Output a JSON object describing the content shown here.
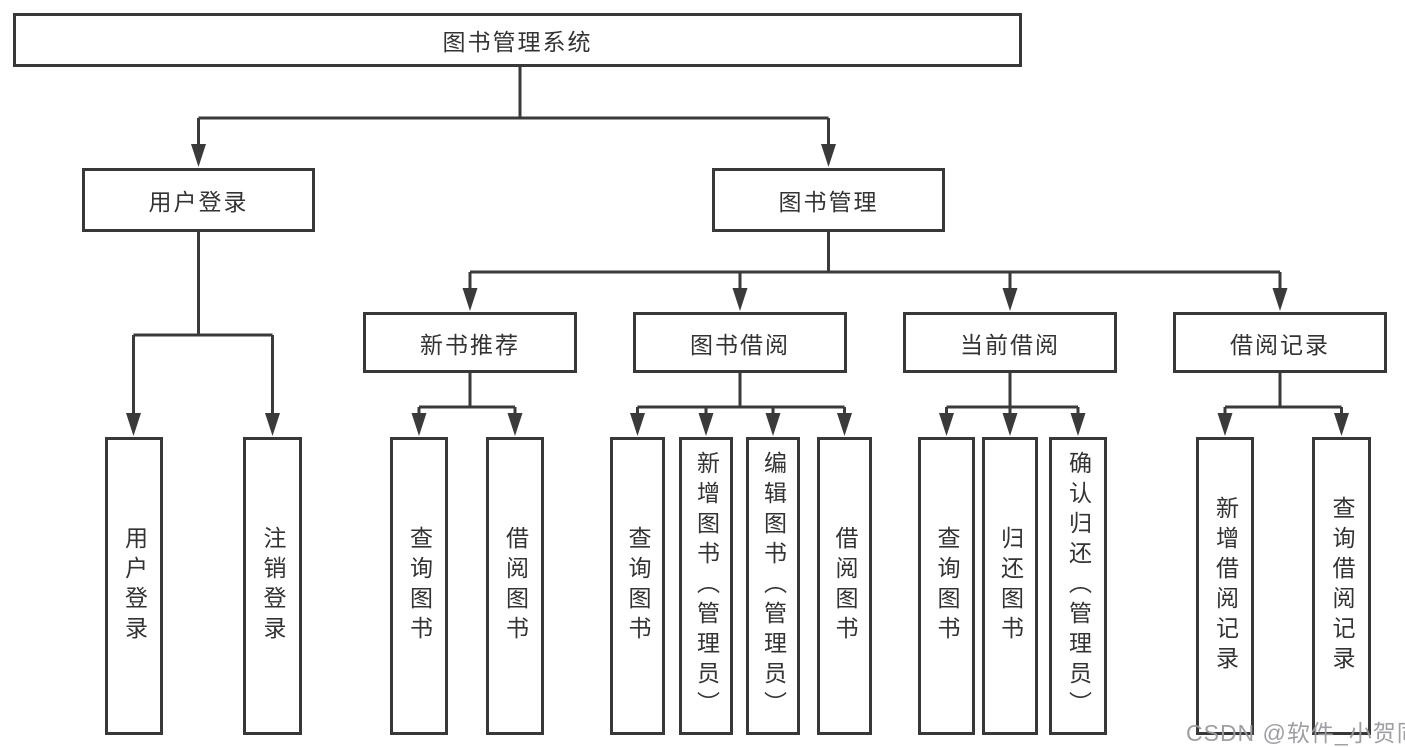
{
  "diagram_title": "图书管理系统",
  "tree": {
    "root": {
      "label": "图书管理系统",
      "children": [
        {
          "label": "用户登录",
          "children": [
            {
              "label": "用户登录"
            },
            {
              "label": "注销登录"
            }
          ]
        },
        {
          "label": "图书管理",
          "children": [
            {
              "label": "新书推荐",
              "children": [
                {
                  "label": "查询图书"
                },
                {
                  "label": "借阅图书"
                }
              ]
            },
            {
              "label": "图书借阅",
              "children": [
                {
                  "label": "查询图书"
                },
                {
                  "label": "新增图书（管理员）"
                },
                {
                  "label": "编辑图书（管理员）"
                },
                {
                  "label": "借阅图书"
                }
              ]
            },
            {
              "label": "当前借阅",
              "children": [
                {
                  "label": "查询图书"
                },
                {
                  "label": "归还图书"
                },
                {
                  "label": "确认归还（管理员）"
                }
              ]
            },
            {
              "label": "借阅记录",
              "children": [
                {
                  "label": "新增借阅记录"
                },
                {
                  "label": "查询借阅记录"
                }
              ]
            }
          ]
        }
      ]
    }
  },
  "watermark": "CSDN @软件_小贺同学",
  "colors": {
    "line": "#3a3a3a",
    "box_border": "#383838",
    "text": "#333333",
    "watermark": "#9a9a9e",
    "background": "#ffffff"
  }
}
